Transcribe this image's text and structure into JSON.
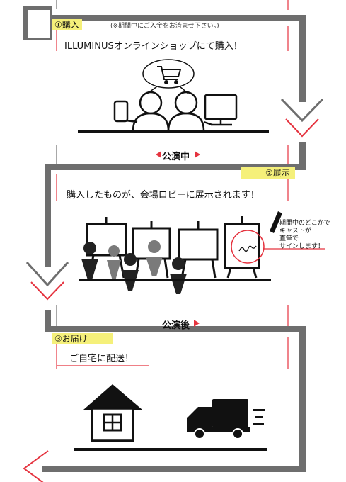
{
  "step1": {
    "label": "①購入",
    "note": "(※期間中にご入金をお済ませ下さい。)",
    "headline": "ILLUMINUSオンラインショップにて購入！"
  },
  "phase_during": {
    "label": "公演中"
  },
  "step2": {
    "label": "②展示",
    "headline": "購入したものが、会場ロビーに展示されます！",
    "sign_note": [
      "期間中のどこかで",
      "キャストが",
      "直筆で",
      "サインします！"
    ]
  },
  "phase_after": {
    "label": "公演後"
  },
  "step3": {
    "label": "③お届け",
    "headline": "ご自宅に配送！"
  },
  "icons": [
    "shopping-cart-icon",
    "tablet-icon",
    "person-icon",
    "monitor-icon",
    "easel-icon",
    "pen-icon",
    "signature-icon",
    "house-icon",
    "truck-icon",
    "arrow-down-icon",
    "arrow-left-icon",
    "triangle-right-icon"
  ],
  "colors": {
    "path": "#6e6e6e",
    "accent_red": "#e5333f",
    "highlight_yellow": "#f5f07a",
    "ink": "#111111"
  }
}
